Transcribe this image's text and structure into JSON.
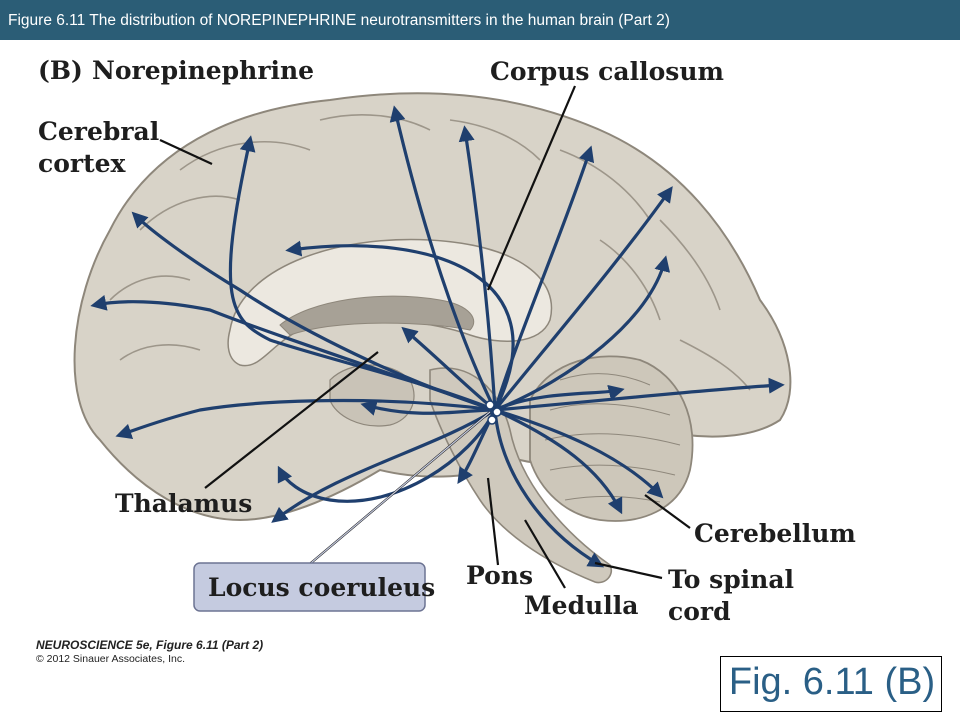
{
  "header": {
    "title": "Figure 6.11  The distribution of NOREPINEPHRINE  neurotransmitters in the human brain (Part 2)"
  },
  "figure": {
    "panel_label": "(B)",
    "panel_title": "Norepinephrine",
    "labels": {
      "cerebral_cortex_1": "Cerebral",
      "cerebral_cortex_2": "cortex",
      "corpus_callosum": "Corpus callosum",
      "thalamus": "Thalamus",
      "locus_coeruleus": "Locus coeruleus",
      "pons": "Pons",
      "medulla": "Medulla",
      "cerebellum": "Cerebellum",
      "to_spinal_1": "To spinal",
      "to_spinal_2": "cord"
    }
  },
  "credit": {
    "title": "NEUROSCIENCE 5e, Figure 6.11 (Part 2)",
    "copyright": "© 2012 Sinauer Associates, Inc."
  },
  "fig_tag": "Fig. 6.11 (B)",
  "colors": {
    "header_bg": "#2b5d76",
    "pathway": "#1f3f6e",
    "brain_fill": "#d8d3c8",
    "locus_box": "#c5cbe0",
    "fig_tag_text": "#2a5f86"
  }
}
